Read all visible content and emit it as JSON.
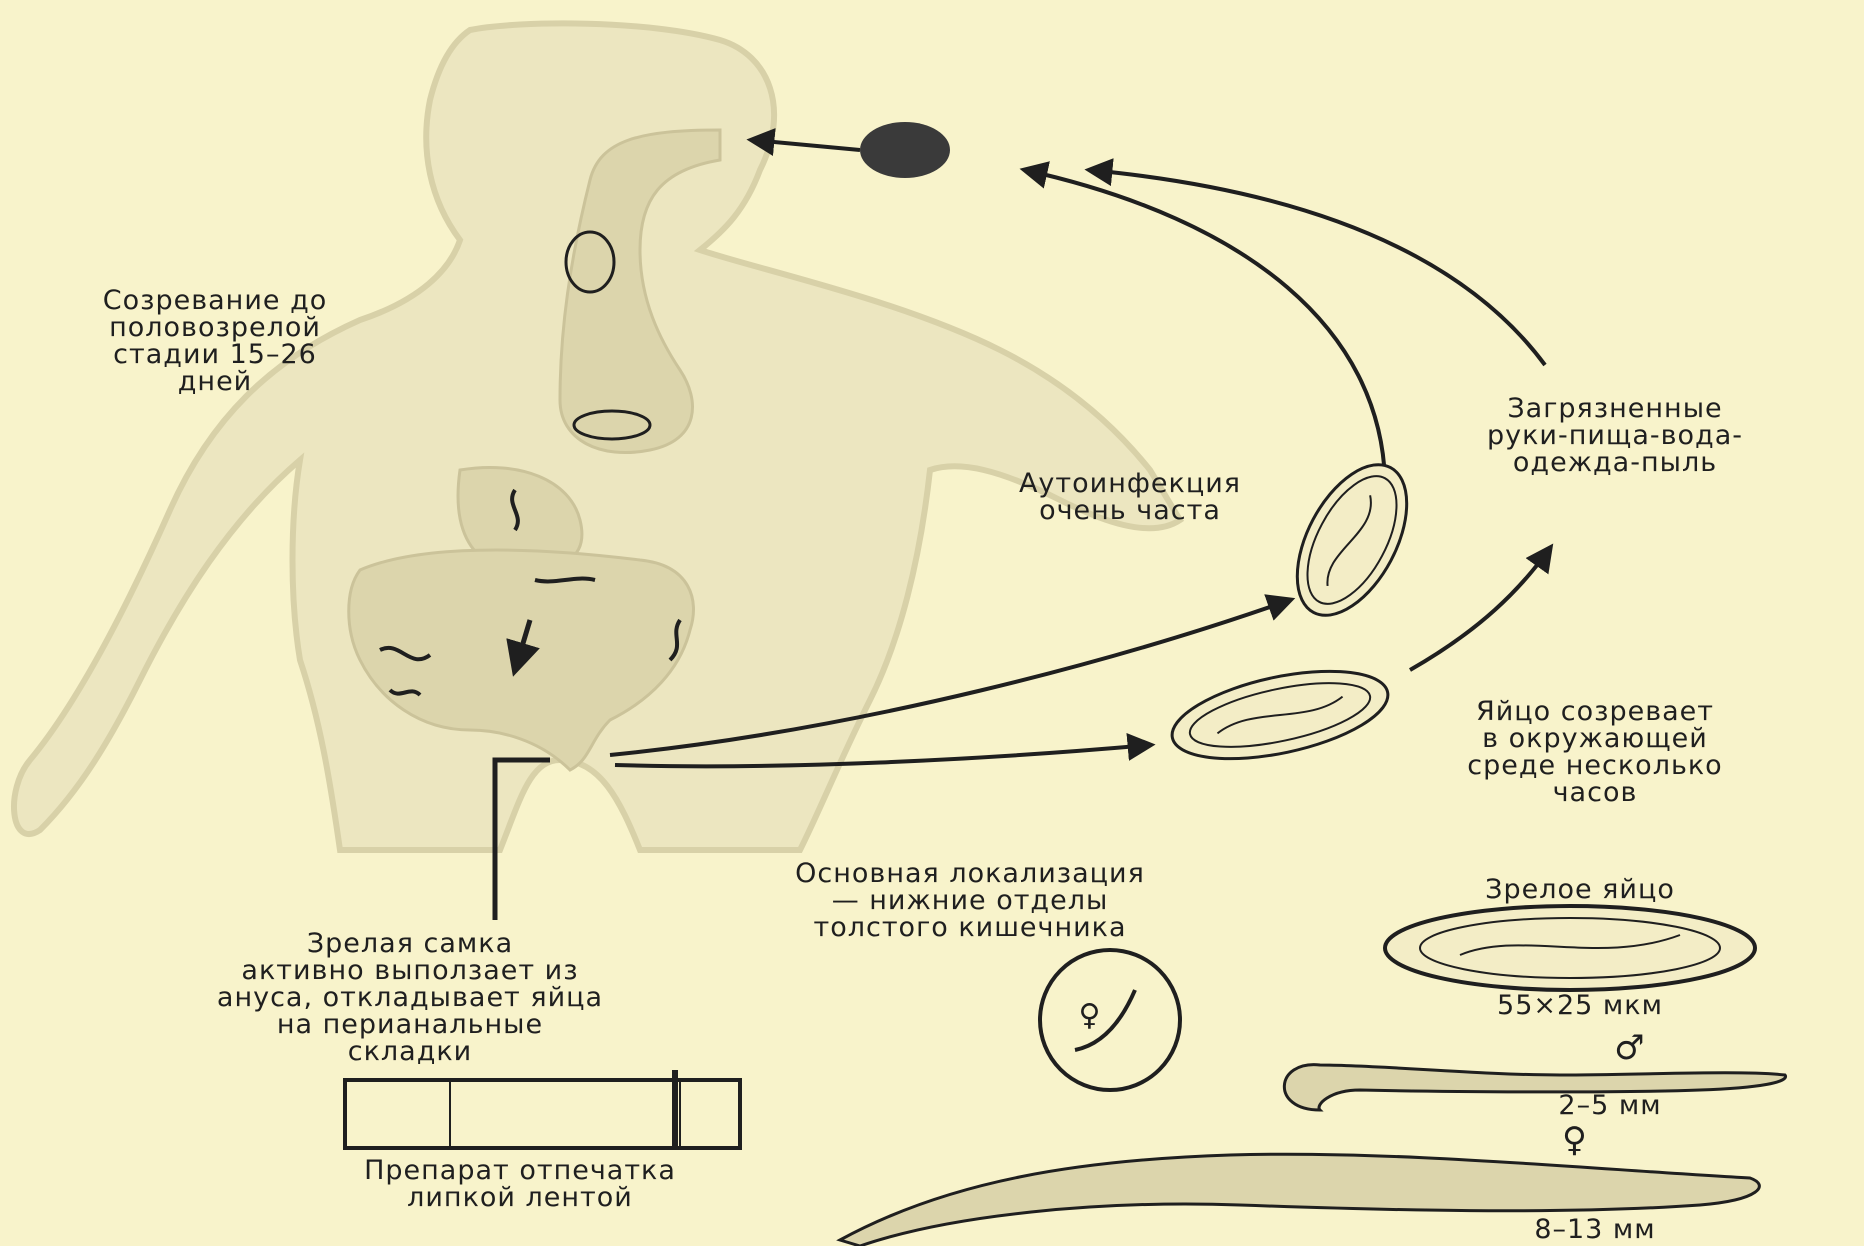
{
  "labels": {
    "maturation": [
      "Созревание до",
      "половозрелой",
      "стадии 15–26",
      "дней"
    ],
    "sources": [
      "Загрязненные",
      "руки-пища-вода-",
      "одежда-пыль"
    ],
    "autoinfection": [
      "Аутоинфекция",
      "очень часта"
    ],
    "egg_matures": [
      "Яйцо созревает",
      "в окружающей",
      "среде несколько",
      "часов"
    ],
    "localization": [
      "Основная локализация",
      "— нижние отделы",
      "толстого кишечника"
    ],
    "female_crawls": [
      "Зрелая самка",
      "активно выползает из",
      "ануса, откладывает яйца",
      "на перианальные",
      "складки"
    ],
    "tape_prep": [
      "Препарат отпечатка",
      "липкой лентой"
    ],
    "mature_egg": "Зрелое яйцо",
    "egg_size": "55×25 мкм",
    "male_symbol": "♂",
    "male_size": "2–5 мм",
    "female_symbol": "♀",
    "female_size": "8–13 мм",
    "circle_symbol": "♀"
  },
  "colors": {
    "background": "#f8f3cb",
    "body": "#ece6c0",
    "body_outline": "#d8d1a8",
    "organ": "#dcd5ac",
    "ink": "#1f1f1f"
  }
}
